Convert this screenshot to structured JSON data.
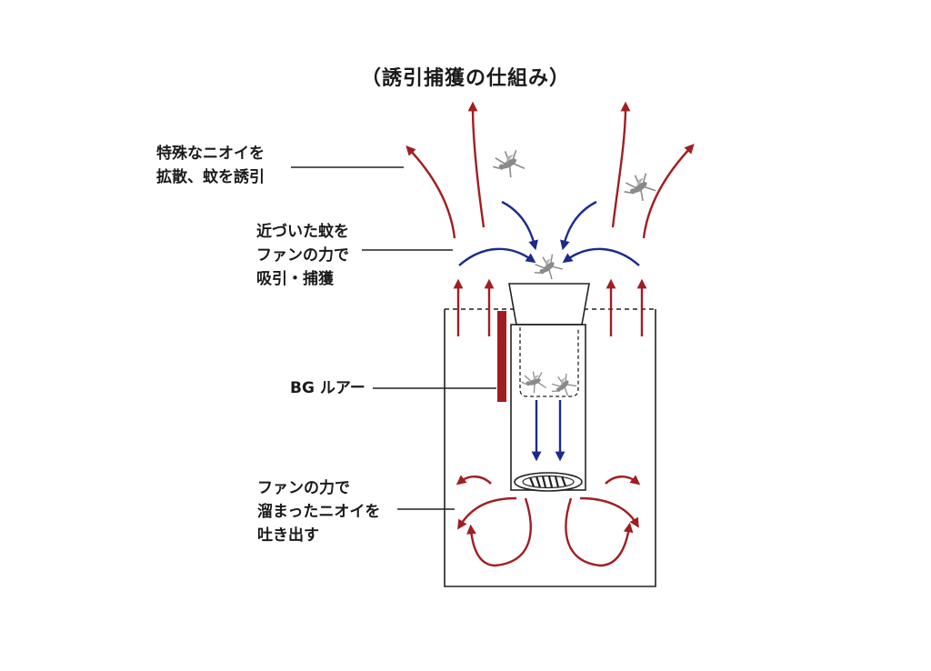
{
  "title": "（誘引捕獲の仕組み）",
  "labels": {
    "scent_spread": {
      "line1": "特殊なニオイを",
      "line2": "拡散、蚊を誘引"
    },
    "fan_capture": {
      "line1": "近づいた蚊を",
      "line2": "ファンの力で",
      "line3": "吸引・捕獲"
    },
    "bg_lure": {
      "line1": "BG ルアー"
    },
    "fan_exhaust": {
      "line1": "ファンの力で",
      "line2": "溜まったニオイを",
      "line3": "吐き出す"
    }
  },
  "colors": {
    "red_arrow": "#a01e22",
    "blue_arrow": "#1c2a8c",
    "outline": "#222222",
    "mosquito": "#8a8a8a"
  }
}
